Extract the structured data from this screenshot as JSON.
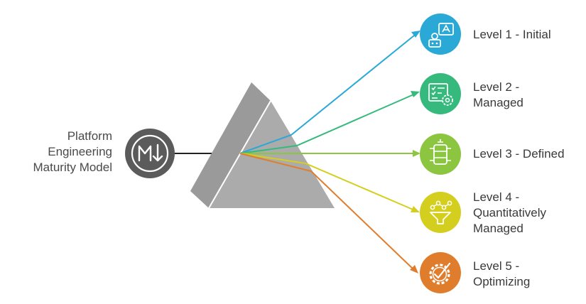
{
  "source": {
    "lines": [
      "Platform",
      "Engineering",
      "Maturity Model"
    ],
    "icon": "markdown-icon",
    "icon_color": "#5b5b5b"
  },
  "prism_color": "#a7a7a7",
  "levels": [
    {
      "lines": [
        "Level 1 - Initial"
      ],
      "icon": "robot-translate-icon",
      "color": "#2aa8d6"
    },
    {
      "lines": [
        "Level 2 -",
        "Managed"
      ],
      "icon": "checklist-gear-icon",
      "color": "#36b97c"
    },
    {
      "lines": [
        "Level 3 - Defined"
      ],
      "icon": "database-stack-icon",
      "color": "#8cc53f"
    },
    {
      "lines": [
        "Level 4 -",
        "Quantitatively",
        "Managed"
      ],
      "icon": "funnel-network-icon",
      "color": "#d4cf1e"
    },
    {
      "lines": [
        "Level 5 -",
        "Optimizing"
      ],
      "icon": "gear-check-icon",
      "color": "#e07d2d"
    }
  ]
}
